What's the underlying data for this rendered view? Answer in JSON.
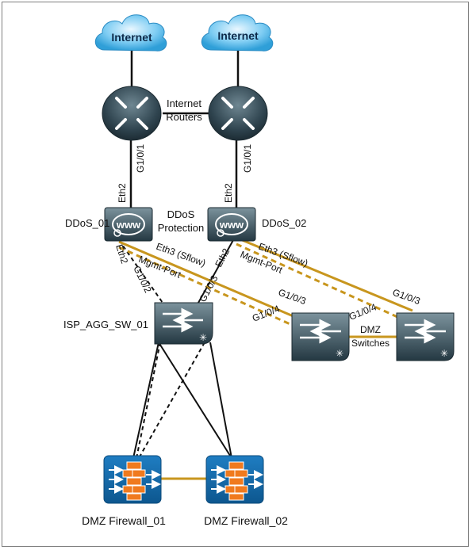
{
  "clouds": [
    {
      "label": "Internet"
    },
    {
      "label": "Internet"
    }
  ],
  "routers": {
    "group_label_line1": "Internet",
    "group_label_line2": "Routers"
  },
  "ddos": {
    "left_name": "DDoS_01",
    "right_name": "DDoS_02",
    "group_label_line1": "DDoS",
    "group_label_line2": "Protection"
  },
  "ports": {
    "g101_left": "G1/0/1",
    "g101_right": "G1/0/1",
    "eth2_left_top": "Eth2",
    "eth2_right_top": "Eth2",
    "eth2_left_bottom": "Eth2",
    "eth2_right_bottom": "Eth2",
    "mgmt_left": "Mgmt-Port",
    "mgmt_right": "Mgmt-Port",
    "eth3_left": "Eth3 (Sflow)",
    "eth3_right": "Eth3 (Sflow)",
    "g102": "G1/0/2",
    "g103_agg": "G1/0/3",
    "g103_dmz1": "G1/0/3",
    "g103_dmz2": "G1/0/3",
    "g104_dmz1": "G1/0/4",
    "g104_dmz2": "G1/0/4"
  },
  "switches": {
    "agg_name": "ISP_AGG_SW_01",
    "dmz_label_line1": "DMZ",
    "dmz_label_line2": "Switches"
  },
  "firewalls": {
    "left_name": "DMZ Firewall_01",
    "right_name": "DMZ Firewall_02"
  },
  "colors": {
    "link_gold": "#c8961e",
    "link_black": "#111111",
    "firewall_blue": "#1167a8",
    "firewall_brick": "#f07a1e",
    "router_dark": "#2b3a43"
  }
}
